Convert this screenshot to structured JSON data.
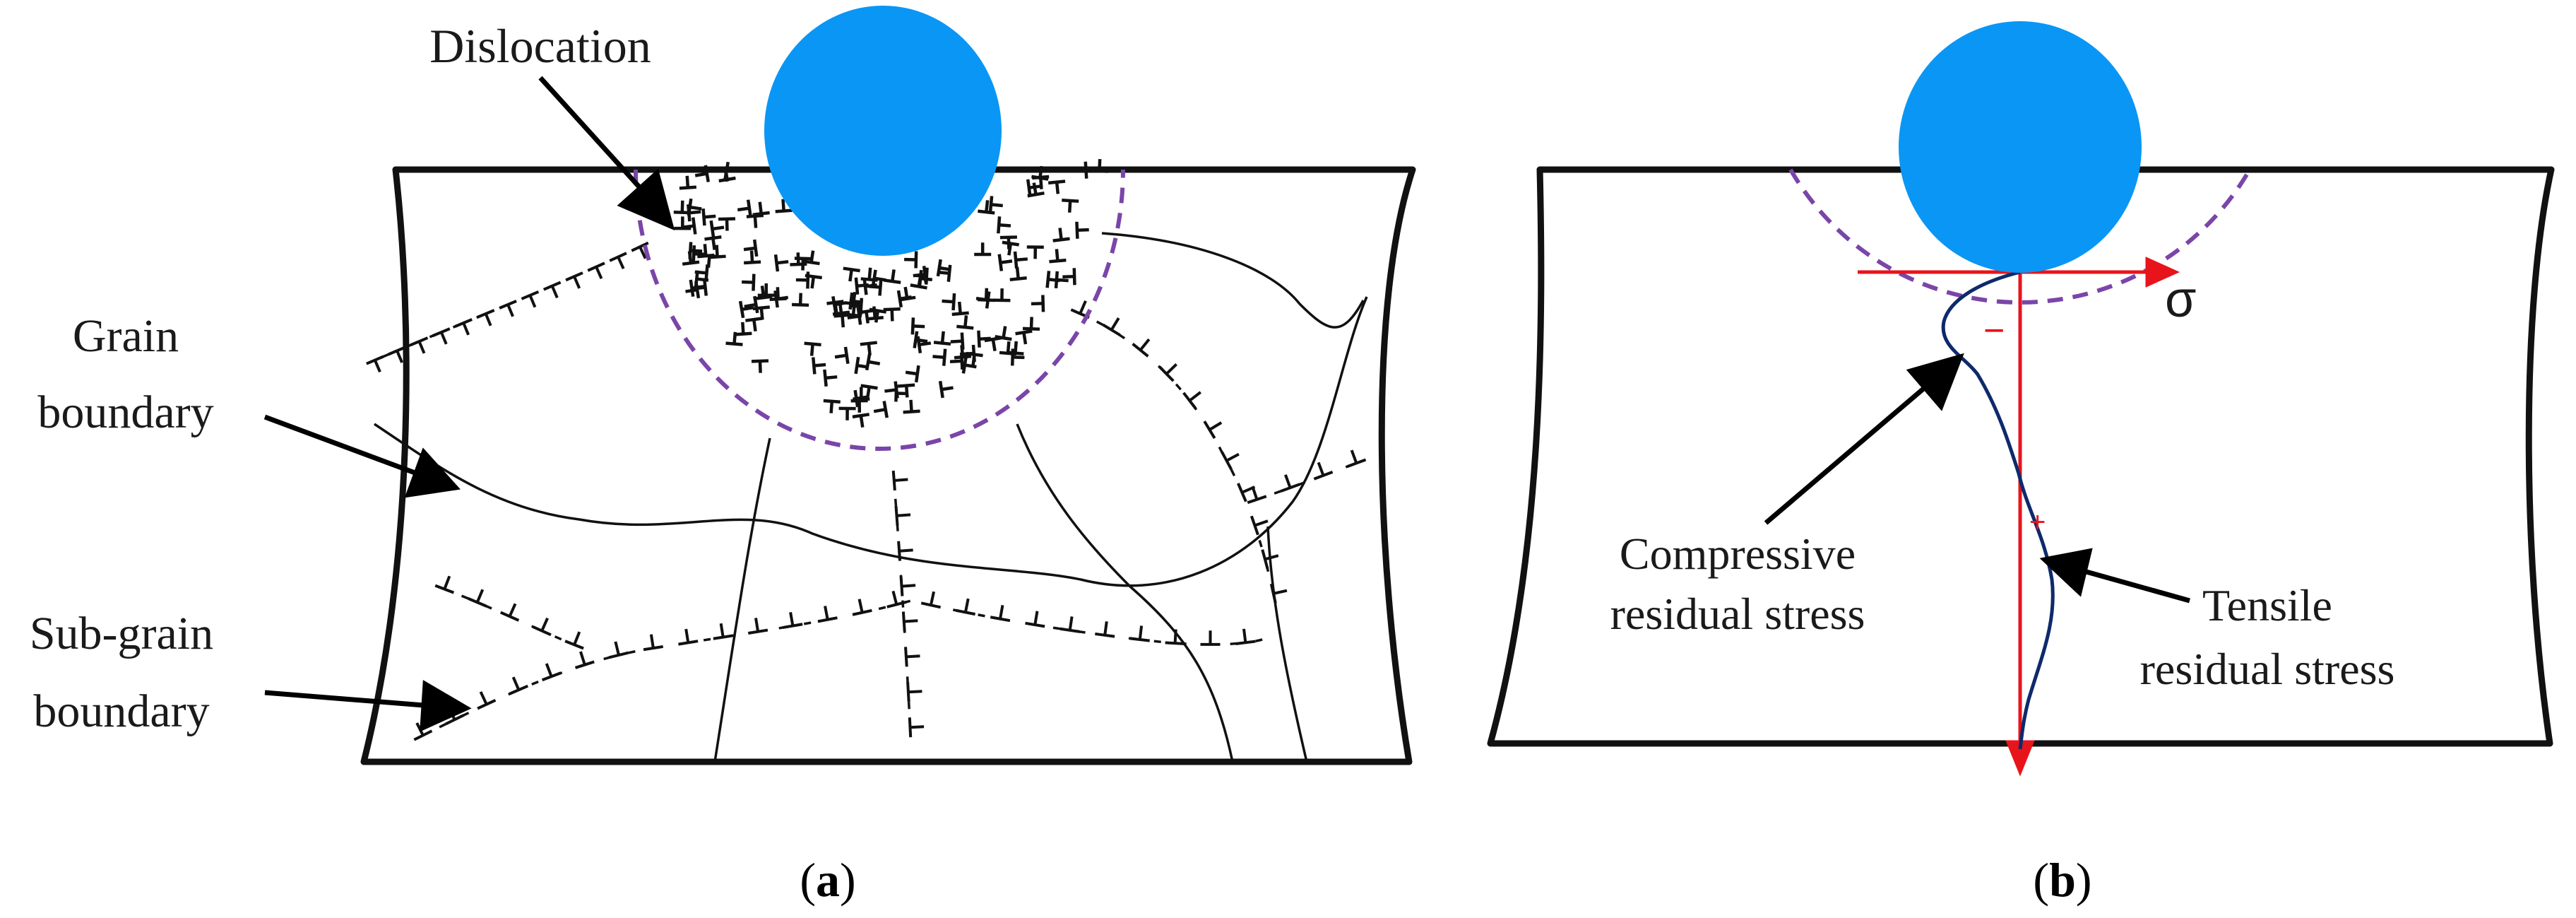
{
  "panel_a": {
    "label_dislocation": "Dislocation",
    "label_grain_1": "Grain",
    "label_grain_2": "boundary",
    "label_subgrain_1": "Sub-grain",
    "label_subgrain_2": "boundary",
    "caption_open": "(",
    "caption_letter": "a",
    "caption_close": ")"
  },
  "panel_b": {
    "sigma": "σ",
    "minus": "−",
    "plus": "+",
    "label_compressive_1": "Compressive",
    "label_compressive_2": "residual stress",
    "label_tensile_1": "Tensile",
    "label_tensile_2": "residual stress",
    "caption_open": "(",
    "caption_letter": "b",
    "caption_close": ")"
  },
  "colors": {
    "ball": "#0a96f5",
    "zone_dashed": "#7a45a8",
    "axis": "#e8141b",
    "stress_curve": "#0d2a6b",
    "outline": "#111111"
  }
}
